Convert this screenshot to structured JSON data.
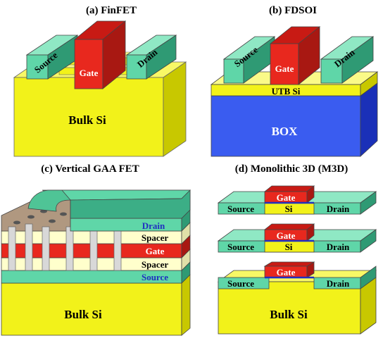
{
  "panels": {
    "finfet": {
      "title": "(a) FinFET",
      "source": "Source",
      "gate": "Gate",
      "drain": "Drain",
      "substrate": "Bulk Si"
    },
    "fdsoi": {
      "title": "(b) FDSOI",
      "source": "Source",
      "gate": "Gate",
      "drain": "Drain",
      "utb": "UTB Si",
      "box": "BOX"
    },
    "gaa": {
      "title": "(c) Vertical GAA FET",
      "drain": "Drain",
      "spacer_top": "Spacer",
      "gate": "Gate",
      "spacer_bottom": "Spacer",
      "source": "Source",
      "substrate": "Bulk Si"
    },
    "m3d": {
      "title": "(d) Monolithic 3D (M3D)",
      "tiers": [
        {
          "gate": "Gate",
          "source": "Source",
          "channel": "Si",
          "drain": "Drain"
        },
        {
          "gate": "Gate",
          "source": "Source",
          "channel": "Si",
          "drain": "Drain"
        },
        {
          "gate": "Gate",
          "source": "Source",
          "drain": "Drain"
        }
      ],
      "substrate": "Bulk Si"
    }
  },
  "colors": {
    "bulk_si": "#f2f21a",
    "bulk_si_side": "#c8c800",
    "source_drain": "#5fd6a8",
    "source_drain_side": "#2f9a74",
    "source_drain_top": "#8fe8c4",
    "gate": "#e8281e",
    "gate_side": "#a81812",
    "gate_top": "#c81a14",
    "box": "#3a5cf0",
    "box_side": "#1a30b8",
    "spacer": "#ffffcc",
    "pillar": "#d8d8d8",
    "oxide": "#b09880",
    "drain_text": "#2030c0"
  }
}
